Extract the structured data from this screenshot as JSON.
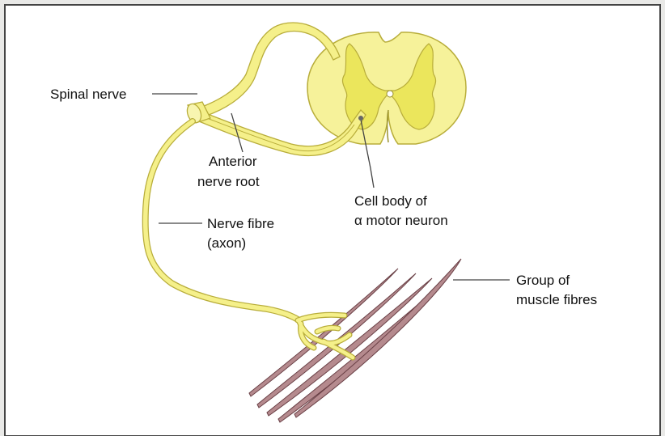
{
  "labels": {
    "spinal_nerve": "Spinal nerve",
    "anterior_root_line1": "Anterior",
    "anterior_root_line2": "nerve root",
    "cell_body_line1": "Cell body of",
    "cell_body_line2": "α motor neuron",
    "nerve_fibre_line1": "Nerve fibre",
    "nerve_fibre_line2": "(axon)",
    "muscle_line1": "Group of",
    "muscle_line2": "muscle fibres"
  },
  "colors": {
    "background": "#e9e9e7",
    "frame_fill": "#ffffff",
    "frame_border": "#444444",
    "nerve_fill": "#f5f08a",
    "nerve_outline": "#b8ad3a",
    "cord_fill": "#f6f29a",
    "grey_matter": "#ebe65c",
    "muscle_fill": "#b58a8e",
    "muscle_outline": "#6a4046",
    "leader_line": "#444444"
  }
}
